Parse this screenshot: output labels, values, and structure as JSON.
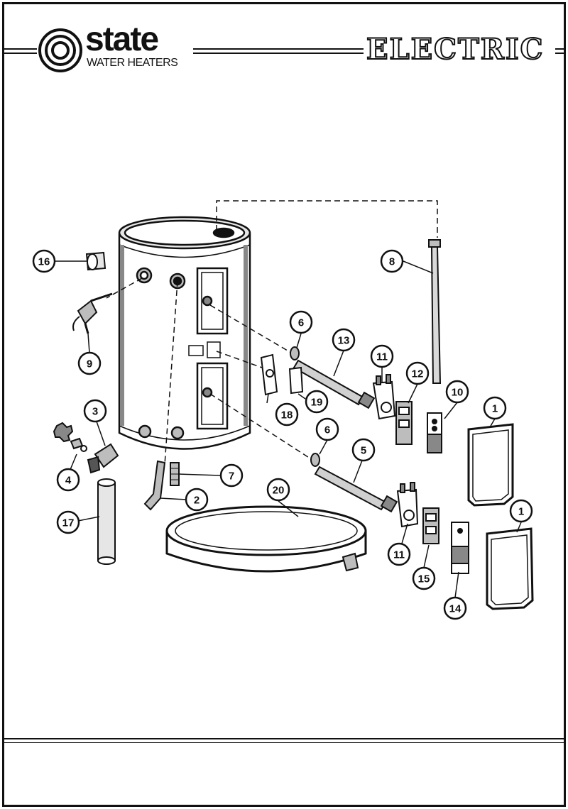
{
  "brand": {
    "name": "state",
    "tagline": "WATER HEATERS"
  },
  "header": {
    "product_type": "ELECTRIC"
  },
  "colors": {
    "ink": "#111111",
    "paper": "#ffffff",
    "shade": "#bdbdbd"
  },
  "callouts": [
    {
      "id": "c16",
      "label": "16"
    },
    {
      "id": "c8",
      "label": "8"
    },
    {
      "id": "c9",
      "label": "9"
    },
    {
      "id": "c6a",
      "label": "6"
    },
    {
      "id": "c13",
      "label": "13"
    },
    {
      "id": "c11a",
      "label": "11"
    },
    {
      "id": "c12",
      "label": "12"
    },
    {
      "id": "c10",
      "label": "10"
    },
    {
      "id": "c1a",
      "label": "1"
    },
    {
      "id": "c3",
      "label": "3"
    },
    {
      "id": "c18",
      "label": "18"
    },
    {
      "id": "c19",
      "label": "19"
    },
    {
      "id": "c4",
      "label": "4"
    },
    {
      "id": "c6b",
      "label": "6"
    },
    {
      "id": "c5",
      "label": "5"
    },
    {
      "id": "c7",
      "label": "7"
    },
    {
      "id": "c20",
      "label": "20"
    },
    {
      "id": "c2",
      "label": "2"
    },
    {
      "id": "c17",
      "label": "17"
    },
    {
      "id": "c11b",
      "label": "11"
    },
    {
      "id": "c1b",
      "label": "1"
    },
    {
      "id": "c15",
      "label": "15"
    },
    {
      "id": "c14",
      "label": "14"
    }
  ]
}
